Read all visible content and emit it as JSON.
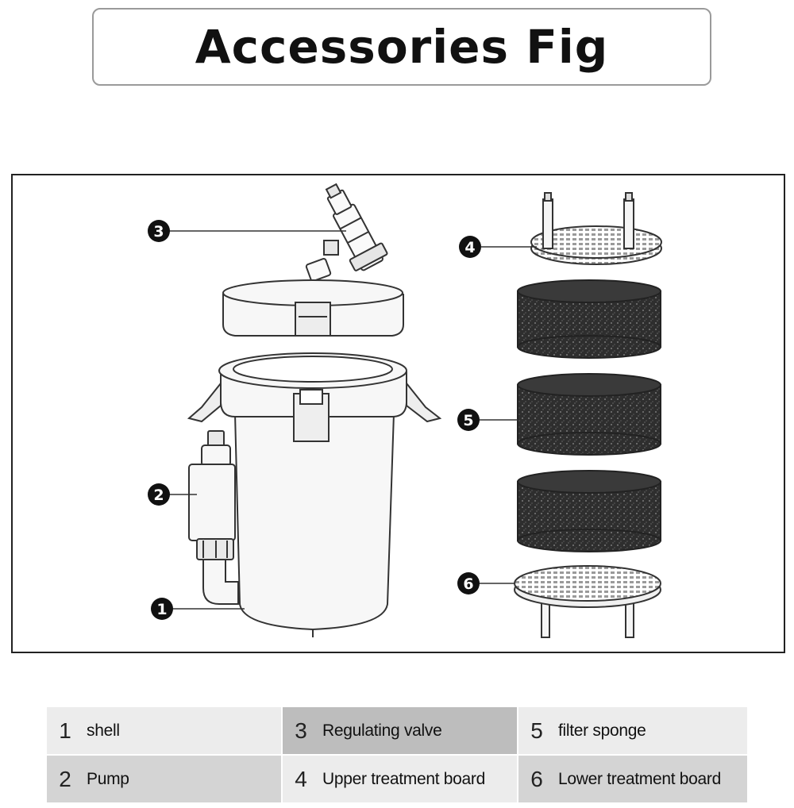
{
  "title": "Accessories Fig",
  "markers": [
    "1",
    "2",
    "3",
    "4",
    "5",
    "6"
  ],
  "legend": [
    {
      "num": "1",
      "label": "shell"
    },
    {
      "num": "2",
      "label": "Pump"
    },
    {
      "num": "3",
      "label": "Regulating valve"
    },
    {
      "num": "4",
      "label": "Upper treatment board"
    },
    {
      "num": "5",
      "label": "filter sponge"
    },
    {
      "num": "6",
      "label": "Lower treatment board"
    }
  ]
}
